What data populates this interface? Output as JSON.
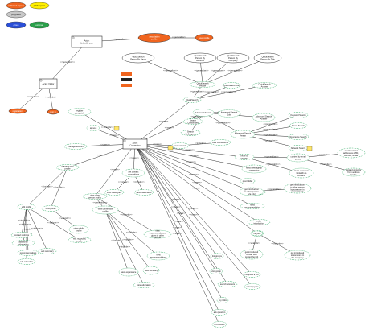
{
  "legend": [
    {
      "label": "individual aspect",
      "color": "#f0641e"
    },
    {
      "label": "public space",
      "color": "#ffee00"
    },
    {
      "label": "(not)public",
      "color": "#c8c8c8"
    },
    {
      "label": "group",
      "color": "#2a4fd8"
    },
    {
      "label": "external",
      "color": "#2aa04a"
    }
  ],
  "nodes": {
    "actor_linkedin_user": "Actor: LinkedIn user",
    "association_profile": "association profile",
    "user_profile": "user profile",
    "actor_visitor": "Actor: Visitor",
    "registration": "registration",
    "sign_in": "sign in",
    "qs_by_name": "QuickSearch Person By Name",
    "qs_by_keyword": "QuickSearch Person By Keyword",
    "qs_by_company": "QuickSearch Person By Company",
    "qs_by_title": "QuickSearch Person By Title",
    "qs_people": "QuickSearch People",
    "qs_job": "QuickSearch Job",
    "qs_answer": "QuickSearch Answer",
    "quicksearch": "QuickSearch",
    "advanced_search": "Advanced Search",
    "advanced_search_job": "Advanced Search Job",
    "advanced_search_answer": "Advanced Search Answer",
    "keyword_search": "Keyword Search",
    "name_search": "Name Search",
    "reference_search": "Reference Search",
    "network_search": "Network Search",
    "search_classmates": "Search Classmates",
    "search_colleagues": "Search Colleagues",
    "advanced_search_person": "Advanced Search Person",
    "register_complete": "register completely",
    "signout": "signout",
    "actor_connection": "Actor: Connection",
    "manage_account": "manage account",
    "view_network": "view network",
    "view_connections": "view connections",
    "invite_connect": "invite to connect",
    "content_by_email": "content by email person",
    "check_address_books": "check external addresses (MSN, Hotmail, Gmail)",
    "invite_from_linkedin": "invite user from LinkedIn to contacts",
    "upload_contacts": "upload contacts from address books",
    "send_message": "send message to connection",
    "post_inmail": "post InMail",
    "get_recommendation": "get recommendation",
    "get_introduction": "get introduction to other person (via link)",
    "send_recommendation": "send recommendation",
    "make_introduction": "make introduction",
    "search_job": "Search Job",
    "get_introduced_user": "get introduced to user who posted the job",
    "get_introduced_company": "get introduced to someone in the company",
    "get_introduction_network": "get introduction to other person by someone in your network",
    "manage_own_profile": "manage own profile",
    "view_other_profile": "view other person profile",
    "get_contact_propositions": "get contact propositions",
    "view_colleagues": "view colleagues",
    "view_classmates": "view classmates",
    "edit_profile": "edit profile",
    "view_profile": "view profile",
    "view_public_profile": "view public profile",
    "view_connection_profile": "view connection profile",
    "view_recommendations": "view recommendations given to other people",
    "contact_settings": "contact settings",
    "additional_information": "additional information",
    "recommendations": "recommendations",
    "edit_education": "edit education",
    "edit_summary": "edit summary",
    "edit_my_public_profile": "edit my public profile",
    "view_recommendations_2": "view recommendations",
    "view_experience": "view experience",
    "view_summary": "view summary",
    "view_education": "view education",
    "list_groups": "list groups",
    "visit_group": "visit group",
    "search_answers": "search answers",
    "my_qa": "my Q&A",
    "ask_question": "ask question",
    "find_answer": "find answer",
    "list_jobs": "list jobs",
    "compose_job": "compose a job",
    "manage_jobs": "manage jobs"
  },
  "edges": {
    "extends": "<<extends>>",
    "include": "<<include>>",
    "generalize": "<<generalize>>",
    "uses": "<<uses>>"
  }
}
